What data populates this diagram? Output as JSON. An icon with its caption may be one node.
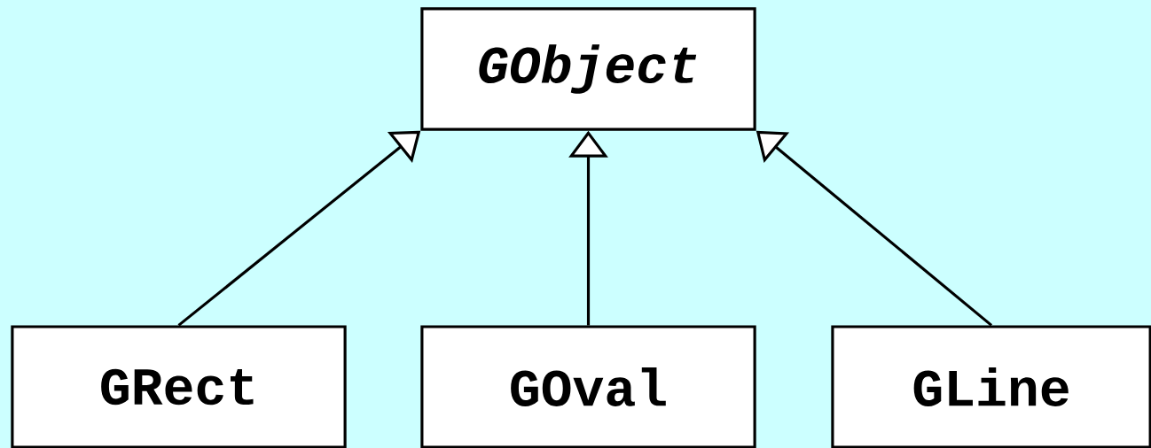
{
  "diagram": {
    "nodes": [
      {
        "text": [
          "GObject"
        ]
      },
      {
        "text": [
          "GRect"
        ]
      },
      {
        "text": [
          "GOval"
        ]
      },
      {
        "text": [
          "GLine"
        ]
      }
    ],
    "edges": [
      {
        "from": 1,
        "to": 0,
        "arrow": "to"
      },
      {
        "from": 2,
        "to": 0,
        "arrow": "to"
      },
      {
        "from": 3,
        "to": 0,
        "arrow": "to"
      }
    ]
  }
}
